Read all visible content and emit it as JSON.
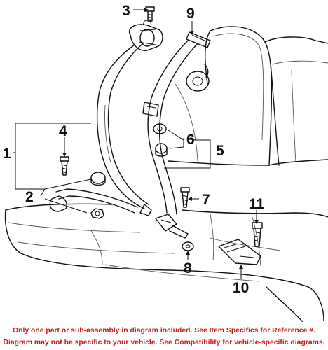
{
  "diagram": {
    "callouts": [
      {
        "id": "callout-1",
        "label": "1"
      },
      {
        "id": "callout-2",
        "label": "2"
      },
      {
        "id": "callout-3",
        "label": "3"
      },
      {
        "id": "callout-4",
        "label": "4"
      },
      {
        "id": "callout-5",
        "label": "5"
      },
      {
        "id": "callout-6",
        "label": "6"
      },
      {
        "id": "callout-7",
        "label": "7"
      },
      {
        "id": "callout-8",
        "label": "8"
      },
      {
        "id": "callout-9",
        "label": "9"
      },
      {
        "id": "callout-10",
        "label": "10"
      },
      {
        "id": "callout-11",
        "label": "11"
      }
    ]
  },
  "footer": {
    "line1": "Only one part or sub-assembly in diagram included. See Item Specifics for Reference #.",
    "line2": "Diagram may not be specific to your vehicle. See Compatibility for vehicle-specific diagrams.",
    "color": "#d01818"
  }
}
